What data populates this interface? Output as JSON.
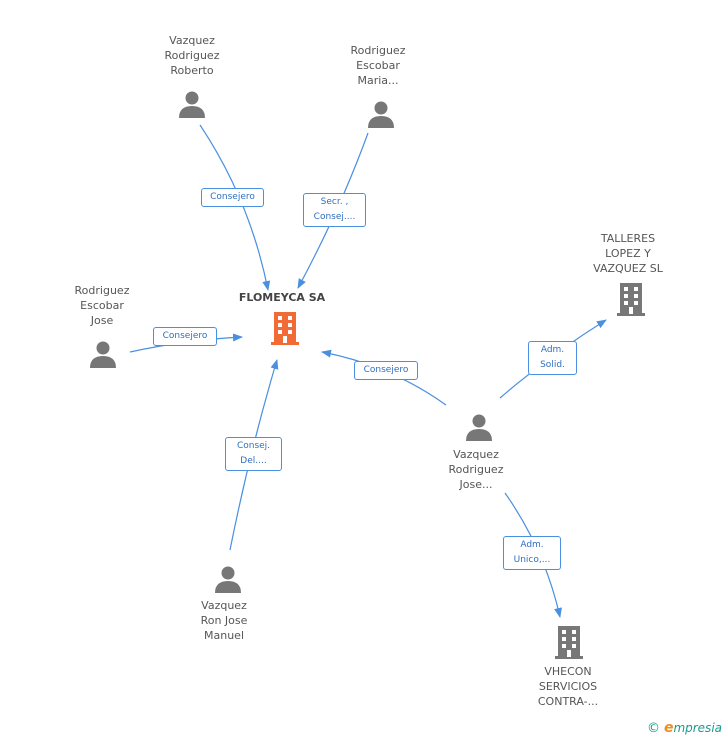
{
  "nodes": {
    "flomeyca": {
      "label": "FLOMEYCA SA",
      "type": "company-main"
    },
    "roberto": {
      "label": "Vazquez\nRodriguez\nRoberto",
      "type": "person"
    },
    "maria": {
      "label": "Rodriguez\nEscobar\nMaria...",
      "type": "person"
    },
    "jose_re": {
      "label": "Rodriguez\nEscobar\nJose",
      "type": "person"
    },
    "jose_vr": {
      "label": "Vazquez\nRodriguez\nJose...",
      "type": "person"
    },
    "talleres": {
      "label": "TALLERES\nLOPEZ Y\nVAZQUEZ SL",
      "type": "company"
    },
    "manuel": {
      "label": "Vazquez\nRon Jose\nManuel",
      "type": "person"
    },
    "vhecon": {
      "label": "VHECON\nSERVICIOS\nCONTRA-...",
      "type": "company"
    }
  },
  "edges": {
    "roberto_flomeyca": "Consejero",
    "maria_flomeyca": "Secr. ,\nConsej....",
    "jose_re_flomeyca": "Consejero",
    "jose_vr_flomeyca": "Consejero",
    "jose_vr_talleres": "Adm.\nSolid.",
    "manuel_flomeyca": "Consej.\nDel....",
    "jose_vr_vhecon": "Adm.\nUnico,..."
  },
  "colors": {
    "edge": "#4a8fe0",
    "person_icon": "#777777",
    "company_icon": "#777777",
    "main_company_icon": "#f26a36"
  },
  "footer": {
    "copyright_symbol": "©",
    "brand_e": "e",
    "brand_rest": "mpresia"
  }
}
